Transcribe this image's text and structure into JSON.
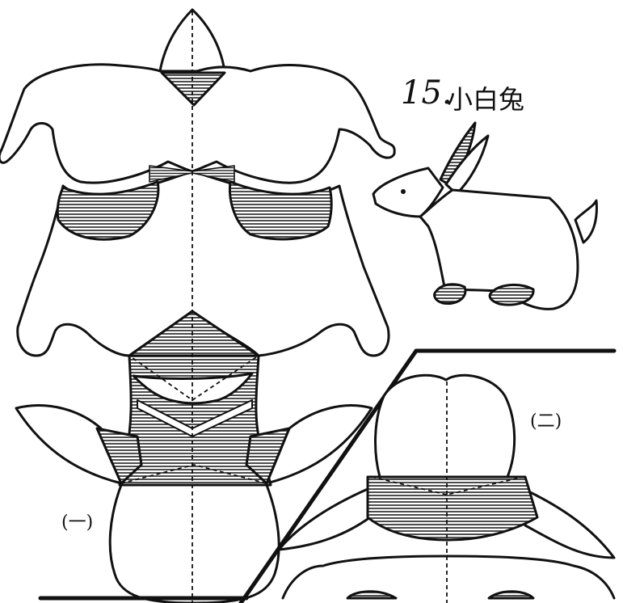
{
  "figure": {
    "number": "15.",
    "name": "小白兔",
    "part_one_label": "(一)",
    "part_two_label": "(二)"
  },
  "colors": {
    "ink": "#111111",
    "paper": "#ffffff",
    "hatch": "#222222"
  }
}
